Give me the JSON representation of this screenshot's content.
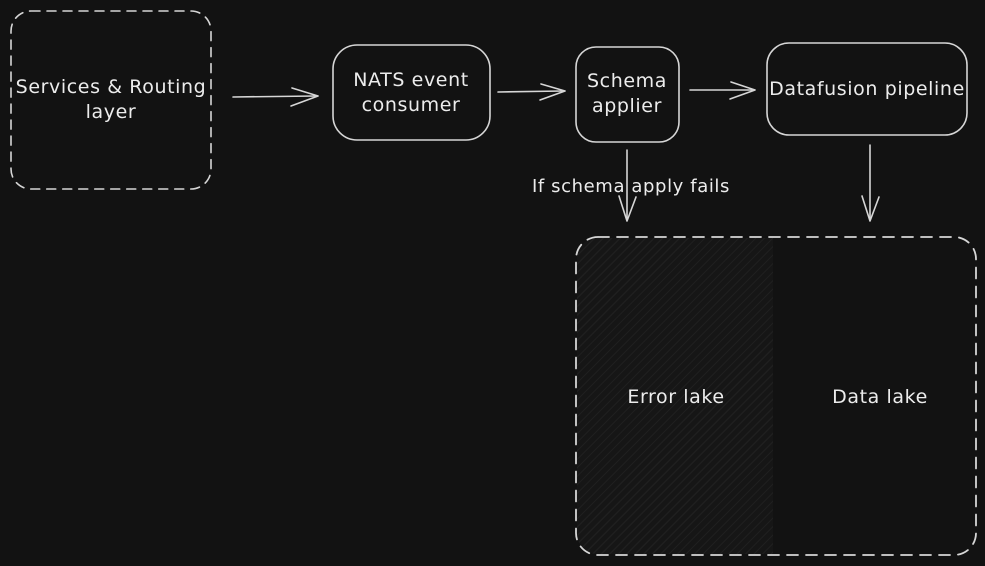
{
  "diagram": {
    "title": "event pipeline diagram",
    "colors": {
      "background": "#121212",
      "stroke": "#d6d6d6",
      "text": "#ececec",
      "hatch_line": "rgba(255,255,255,0.055)"
    },
    "nodes": {
      "services": {
        "label": "Services & Routing\nlayer",
        "style": "dashed"
      },
      "nats": {
        "label": "NATS event\nconsumer",
        "style": "solid"
      },
      "schema": {
        "label": "Schema\napplier",
        "style": "solid"
      },
      "datafusion": {
        "label": "Datafusion pipeline",
        "style": "solid"
      },
      "error_lake": {
        "label": "Error lake",
        "style": "hatched-region"
      },
      "data_lake": {
        "label": "Data lake",
        "style": "plain-region"
      }
    },
    "edges": {
      "services_to_nats": {
        "label": ""
      },
      "nats_to_schema": {
        "label": ""
      },
      "schema_to_datafusion": {
        "label": ""
      },
      "schema_to_error_lake": {
        "label": "If schema apply fails"
      },
      "datafusion_to_data_lake": {
        "label": ""
      }
    }
  }
}
